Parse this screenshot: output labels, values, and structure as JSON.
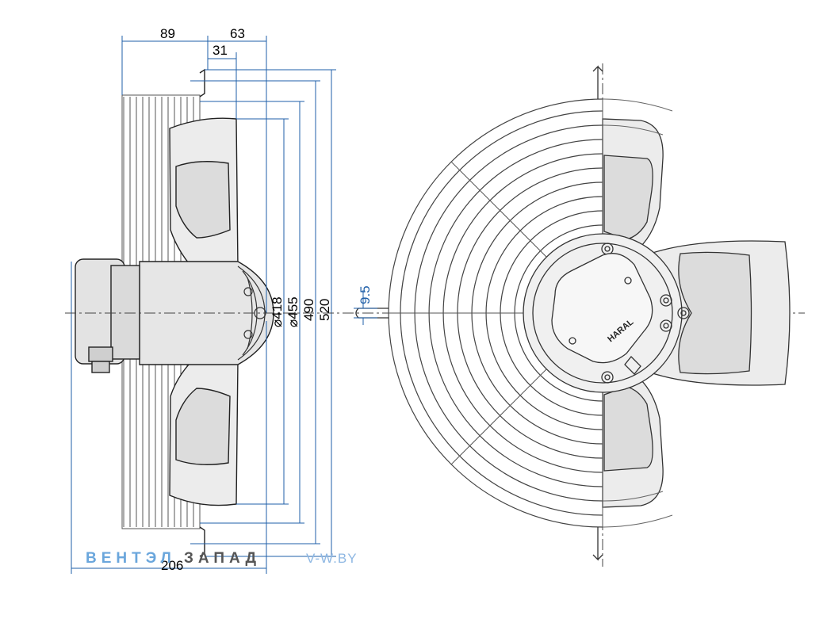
{
  "dimensions": {
    "top_width_left": "89",
    "top_width_right": "63",
    "inner_offset": "31",
    "bottom_width": "206",
    "dia_418": "⌀418",
    "dia_455": "⌀455",
    "height_490": "490",
    "height_520": "520",
    "mount_hole": "9.5"
  },
  "watermark": {
    "part1": "ВЕНТЭЛ",
    "part2": "ЗАПАД",
    "url": "V-W.BY"
  },
  "brand_label": "HARAL",
  "colors": {
    "line": "#222222",
    "dim_blue": "#1f5fa8",
    "dim_line": "#1f5fa8",
    "blade_fill": "#e9e9e9",
    "guard_line": "#444444",
    "watermark_blue": "#6aa6dc",
    "watermark_dark": "#555555",
    "watermark_url": "#8fb8e3"
  }
}
